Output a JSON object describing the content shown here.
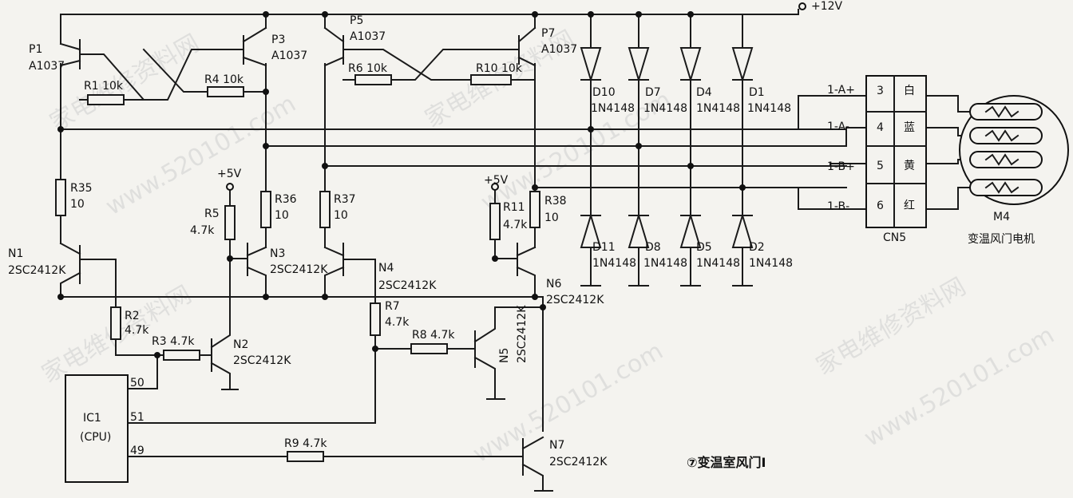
{
  "supply": {
    "v12": "+12V",
    "v5a": "+5V",
    "v5b": "+5V"
  },
  "transistors": {
    "p1": "P1",
    "p1_type": "A1037",
    "p3": "P3",
    "p3_type": "A1037",
    "p5": "P5",
    "p5_type": "A1037",
    "p7": "P7",
    "p7_type": "A1037",
    "n1": "N1",
    "n1_type": "2SC2412K",
    "n2": "N2",
    "n2_type": "2SC2412K",
    "n3": "N3",
    "n3_type": "2SC2412K",
    "n4": "N4",
    "n4_type": "2SC2412K",
    "n5": "N5",
    "n5_type": "2SC2412K",
    "n6": "N6",
    "n6_type": "2SC2412K",
    "n7": "N7",
    "n7_type": "2SC2412K"
  },
  "resistors": {
    "r1": "R1 10k",
    "r4": "R4 10k",
    "r6": "R6 10k",
    "r10": "R10 10k",
    "r35": "R35",
    "r35_v": "10",
    "r36": "R36",
    "r36_v": "10",
    "r37": "R37",
    "r37_v": "10",
    "r38": "R38",
    "r38_v": "10",
    "r5": "R5",
    "r5_v": "4.7k",
    "r11": "R11",
    "r11_v": "4.7k",
    "r2": "R2",
    "r2_v": "4.7k",
    "r3": "R3 4.7k",
    "r7": "R7",
    "r7_v": "4.7k",
    "r8": "R8 4.7k",
    "r9": "R9 4.7k"
  },
  "diodes": {
    "d10": "D10",
    "d7": "D7",
    "d4": "D4",
    "d1": "D1",
    "d11": "D11",
    "d8": "D8",
    "d5": "D5",
    "d2": "D2",
    "type": "1N4148"
  },
  "connector": {
    "name": "CN5",
    "nets": [
      "1-A+",
      "1-A-",
      "1-B+",
      "1-B-"
    ],
    "pins": [
      "3",
      "4",
      "5",
      "6"
    ],
    "colors": [
      "白",
      "蓝",
      "黄",
      "红"
    ]
  },
  "motor": {
    "id": "M4",
    "label": "变温风门电机"
  },
  "ic": {
    "name": "IC1",
    "sub": "(CPU)",
    "pins": [
      "50",
      "51",
      "49"
    ]
  },
  "caption": "⑦变温室风门Ⅰ",
  "watermark": {
    "a": "家电维修资料网",
    "b": "www.520101.com"
  }
}
